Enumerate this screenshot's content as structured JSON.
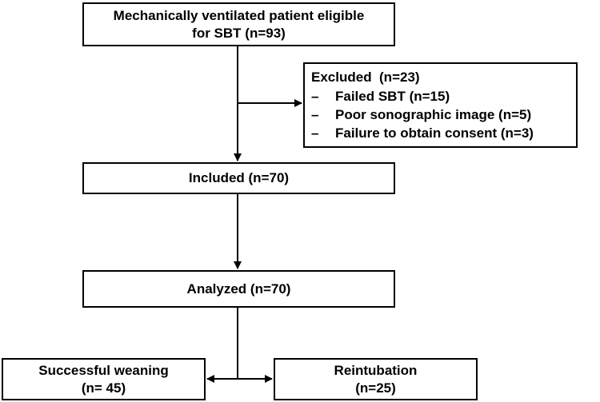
{
  "nodes": {
    "eligible": {
      "line1": "Mechanically ventilated patient eligible",
      "line2": "for SBT (n=93)"
    },
    "excluded": {
      "title": "Excluded  (n=23)",
      "items": [
        {
          "bullet": "–",
          "text": "Failed SBT (n=15)"
        },
        {
          "bullet": "–",
          "text": "Poor sonographic image (n=5)"
        },
        {
          "bullet": "–",
          "text": "Failure to obtain consent (n=3)"
        }
      ]
    },
    "included": {
      "label": "Included (n=70)"
    },
    "analyzed": {
      "label": "Analyzed (n=70)"
    },
    "successful_weaning": {
      "line1": "Successful weaning",
      "line2": "(n= 45)"
    },
    "reintubation": {
      "line1": "Reintubation",
      "line2": "(n=25)"
    }
  },
  "edges": [
    {
      "from": "eligible",
      "to": "included"
    },
    {
      "from": "eligible",
      "to": "excluded"
    },
    {
      "from": "included",
      "to": "analyzed"
    },
    {
      "from": "analyzed",
      "to": "successful_weaning"
    },
    {
      "from": "analyzed",
      "to": "reintubation"
    }
  ]
}
